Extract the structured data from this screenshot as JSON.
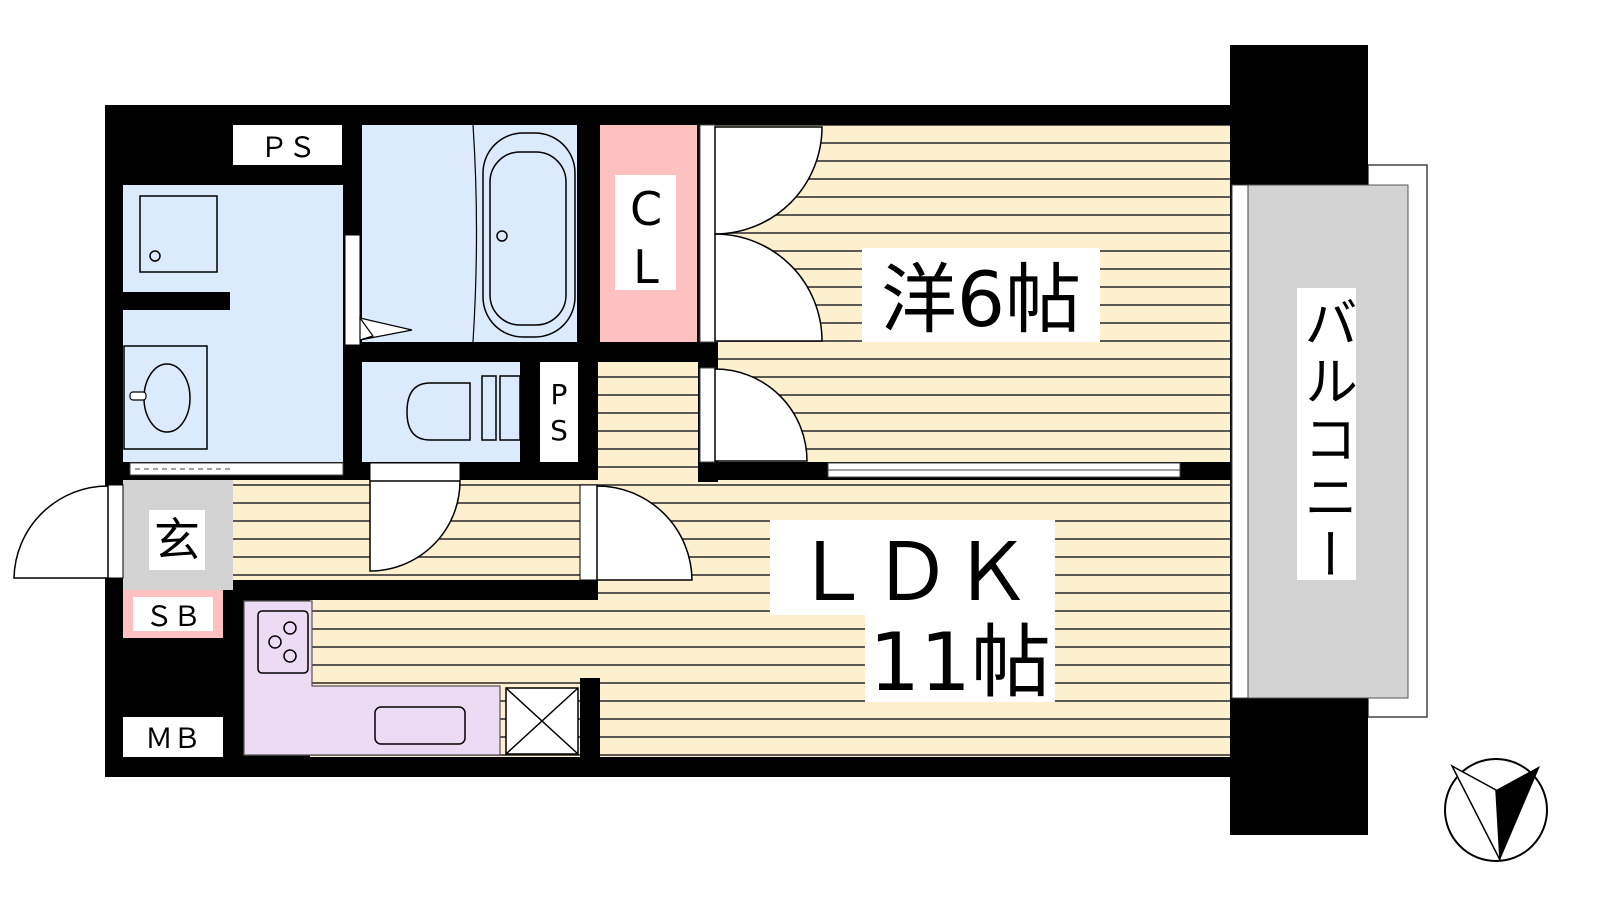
{
  "floorplan": {
    "rooms": {
      "western_room": {
        "name": "洋6帖",
        "type": "洋室",
        "size_jo": 6
      },
      "ldk": {
        "name": "ＬＤＫ",
        "size": "11帖",
        "size_jo": 11
      },
      "entrance": {
        "name": "玄"
      },
      "closet": {
        "line1": "C",
        "line2": "L"
      },
      "balcony": {
        "name": "バルコニー"
      },
      "ps_top": {
        "name": "ＰＳ"
      },
      "ps_toilet": {
        "line1": "P",
        "line2": "S"
      },
      "shoe_box": {
        "name": "ＳＢ"
      },
      "meter_box": {
        "name": "ＭＢ"
      }
    },
    "colors": {
      "wall": "#000000",
      "wood_floor": "#fdf0cf",
      "wet_area": "#dbebfd",
      "closet": "#ffc0c0",
      "entrance": "#d3d3d3",
      "kitchen": "#ecdcf3",
      "balcony": "#d3d3d3"
    },
    "compass": {
      "direction": "north-down"
    }
  }
}
